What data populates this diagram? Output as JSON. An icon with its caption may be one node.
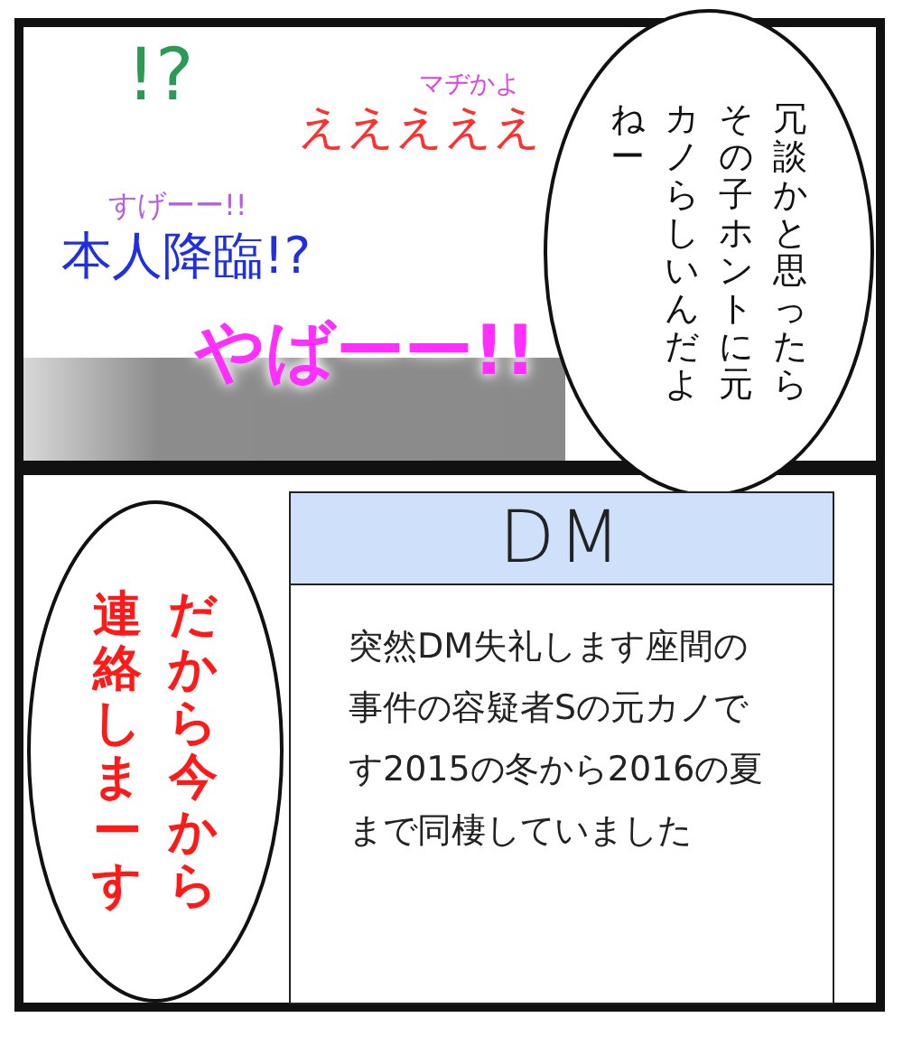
{
  "diagram": {
    "nodes": [
      {
        "text": [
          "冗談かと思ったらその子ホントに元カノらしいんだよねー"
        ]
      },
      {
        "text": [
          "DM",
          "突然DM失礼します座間の事件の容疑者Sの元カノです2015の冬から2016の夏まで同棲していました"
        ]
      },
      {
        "text": [
          "だから今から連絡しまーす"
        ]
      }
    ],
    "labels": [
      "!?",
      "マヂかよ",
      "えええええ",
      "すげーー!!",
      "本人降臨!?",
      "やばーー!!"
    ]
  }
}
